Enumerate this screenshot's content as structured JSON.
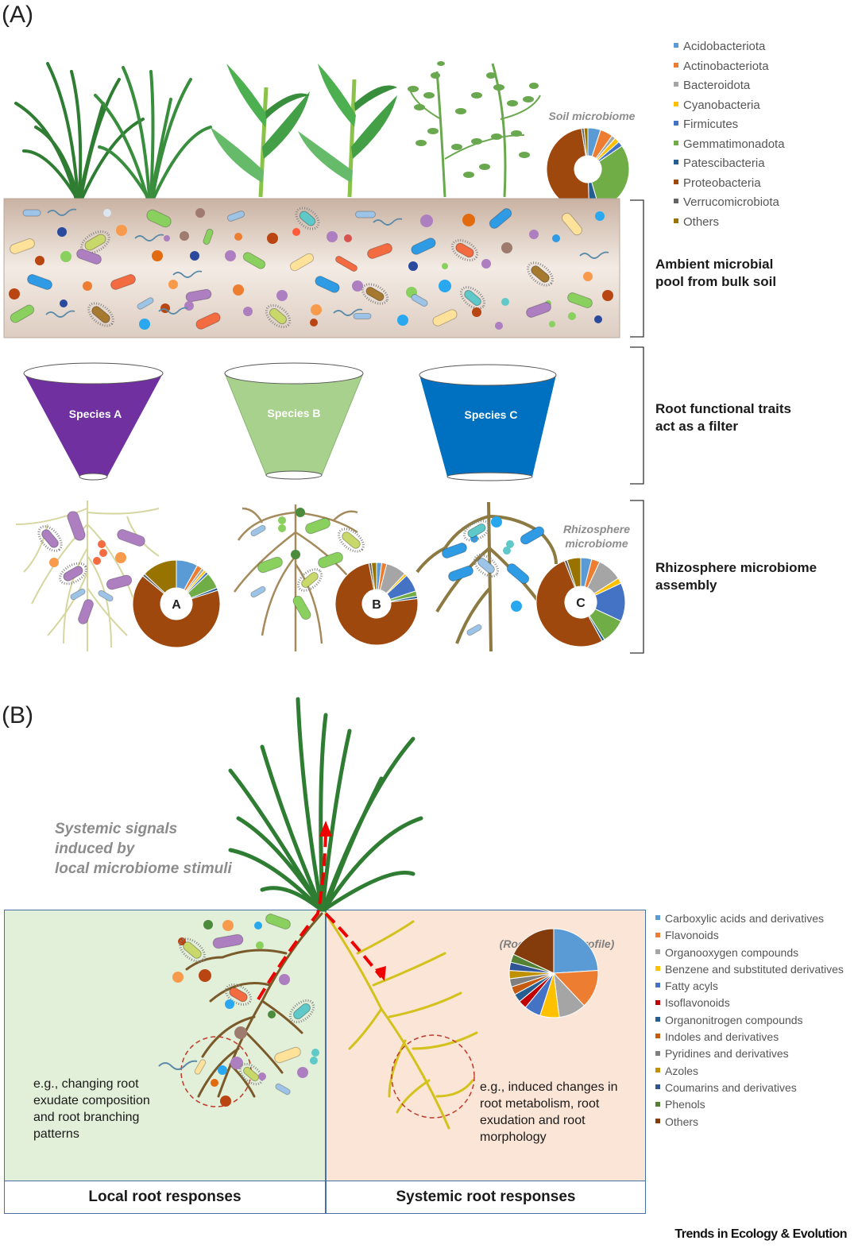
{
  "panel_a": {
    "letter": "(A)",
    "soil_microbiome_label": "Soil microbiome",
    "rhizosphere_label_line1": "Rhizosphere",
    "rhizosphere_label_line2": "microbiome",
    "legend": [
      {
        "label": "Acidobacteriota",
        "color": "#5b9bd5"
      },
      {
        "label": "Actinobacteriota",
        "color": "#ed7d31"
      },
      {
        "label": "Bacteroidota",
        "color": "#a5a5a5"
      },
      {
        "label": "Cyanobacteria",
        "color": "#ffc000"
      },
      {
        "label": "Firmicutes",
        "color": "#4472c4"
      },
      {
        "label": "Gemmatimonadota",
        "color": "#70ad47"
      },
      {
        "label": "Patescibacteria",
        "color": "#255e91"
      },
      {
        "label": "Proteobacteria",
        "color": "#9e480e"
      },
      {
        "label": "Verrucomicrobiota",
        "color": "#636363"
      },
      {
        "label": "Others",
        "color": "#997300"
      }
    ],
    "brackets": [
      {
        "line1": "Ambient microbial",
        "line2": "pool from bulk soil"
      },
      {
        "line1": "Root functional traits",
        "line2": "act as a filter"
      },
      {
        "line1": "Rhizosphere microbiome",
        "line2": "assembly"
      }
    ],
    "funnels": [
      {
        "label": "Species A",
        "color": "#7030a0"
      },
      {
        "label": "Species B",
        "color": "#a9d18e"
      },
      {
        "label": "Species C",
        "color": "#0070c0"
      }
    ],
    "donut_labels": [
      "A",
      "B",
      "C"
    ]
  },
  "panel_b": {
    "letter": "(B)",
    "systemic_signals": [
      "Systemic signals",
      "induced by",
      "local microbiome stimuli"
    ],
    "local_text": [
      "e.g., changing root",
      "exudate composition",
      "and root branching",
      "patterns"
    ],
    "systemic_text": [
      "e.g., induced changes in",
      "root metabolism, root",
      "exudation and root",
      "morphology"
    ],
    "root_exudate_label": "(Root exudate profile)",
    "local_footer": "Local root responses",
    "systemic_footer": "Systemic root responses",
    "legend": [
      {
        "label": "Carboxylic acids and derivatives",
        "color": "#5b9bd5"
      },
      {
        "label": "Flavonoids",
        "color": "#ed7d31"
      },
      {
        "label": "Organooxygen compounds",
        "color": "#a5a5a5"
      },
      {
        "label": "Benzene and substituted derivatives",
        "color": "#ffc000"
      },
      {
        "label": "Fatty acyls",
        "color": "#4472c4"
      },
      {
        "label": "Isoflavonoids",
        "color": "#c00000"
      },
      {
        "label": "Organonitrogen compounds",
        "color": "#255e91"
      },
      {
        "label": "Indoles and derivatives",
        "color": "#c55a11"
      },
      {
        "label": "Pyridines and derivatives",
        "color": "#7f7f7f"
      },
      {
        "label": "Azoles",
        "color": "#bf9000"
      },
      {
        "label": "Coumarins and derivatives",
        "color": "#2f5597"
      },
      {
        "label": "Phenols",
        "color": "#548235"
      },
      {
        "label": "Others",
        "color": "#843c0c"
      }
    ]
  },
  "journal": "Trends in Ecology & Evolution"
}
